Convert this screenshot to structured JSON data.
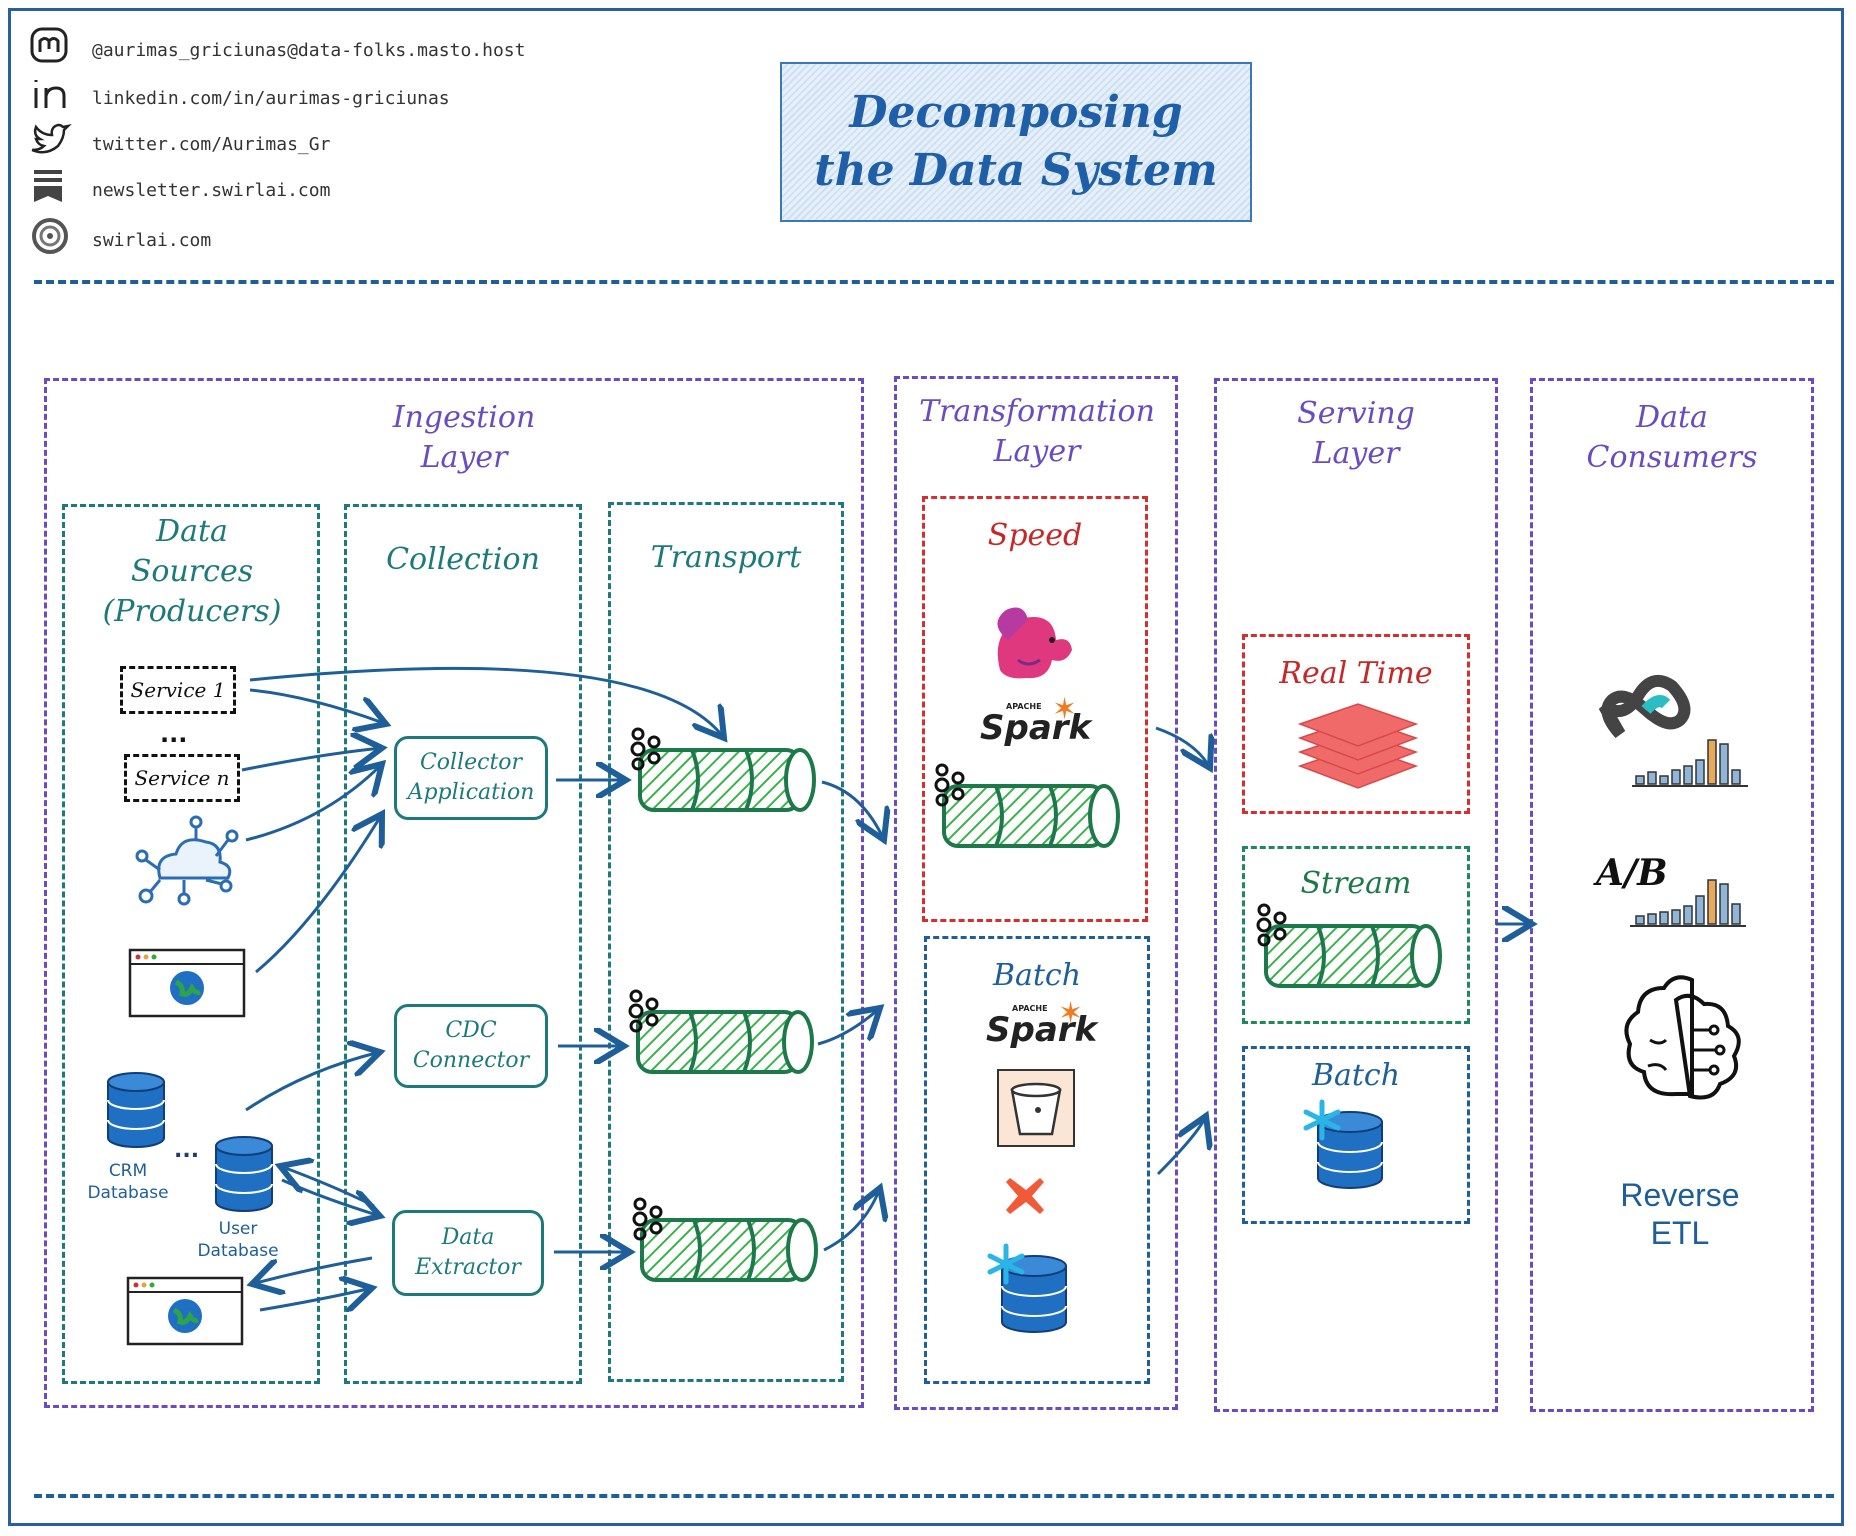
{
  "social": {
    "mastodon": "@aurimas_griciunas@data-folks.masto.host",
    "linkedin": "linkedin.com/in/aurimas-griciunas",
    "twitter": "twitter.com/Aurimas_Gr",
    "newsletter": "newsletter.swirlai.com",
    "website": "swirlai.com"
  },
  "title": {
    "line1": "Decomposing",
    "line2": "the Data System"
  },
  "ingestion": {
    "title_l1": "Ingestion",
    "title_l2": "Layer",
    "sources": {
      "title_l1": "Data",
      "title_l2": "Sources",
      "title_l3": "(Producers)",
      "service1": "Service 1",
      "ellipsis": "...",
      "servicen": "Service n",
      "crm_l1": "CRM",
      "crm_l2": "Database",
      "db_ellipsis": "...",
      "user_l1": "User",
      "user_l2": "Database"
    },
    "collection": {
      "title": "Collection",
      "collector_l1": "Collector",
      "collector_l2": "Application",
      "cdc_l1": "CDC",
      "cdc_l2": "Connector",
      "extractor_l1": "Data",
      "extractor_l2": "Extractor"
    },
    "transport": {
      "title": "Transport"
    }
  },
  "transformation": {
    "title_l1": "Transformation",
    "title_l2": "Layer",
    "speed": {
      "title": "Speed",
      "spark": "Spark",
      "apache": "APACHE"
    },
    "batch": {
      "title": "Batch",
      "spark": "Spark",
      "apache": "APACHE"
    }
  },
  "serving": {
    "title_l1": "Serving",
    "title_l2": "Layer",
    "realtime": "Real Time",
    "stream": "Stream",
    "batch": "Batch"
  },
  "consumers": {
    "title_l1": "Data",
    "title_l2": "Consumers",
    "ab": "A/B",
    "reverse_l1": "Reverse",
    "reverse_l2": "ETL"
  },
  "colors": {
    "purple": "#6a4cc2",
    "teal": "#1c7a7a",
    "red": "#d32f2f",
    "blue": "#1f5f99",
    "green": "#1c8a5a"
  }
}
